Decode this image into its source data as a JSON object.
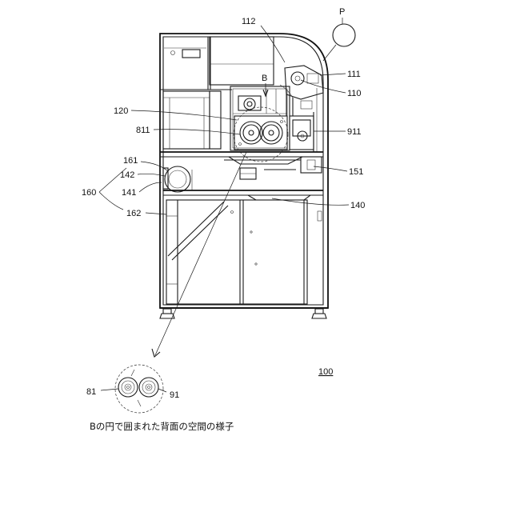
{
  "figure": {
    "reference_labels": {
      "p": "P",
      "n112": "112",
      "n111": "111",
      "n110": "110",
      "b": "B",
      "n120": "120",
      "n811": "811",
      "n911": "911",
      "n161": "161",
      "n142": "142",
      "n160": "160",
      "n141": "141",
      "n151": "151",
      "n162": "162",
      "n140": "140",
      "n81": "81",
      "n91": "91",
      "n100": "100"
    },
    "caption": "Bの円で囲まれた背面の空間の様子"
  }
}
